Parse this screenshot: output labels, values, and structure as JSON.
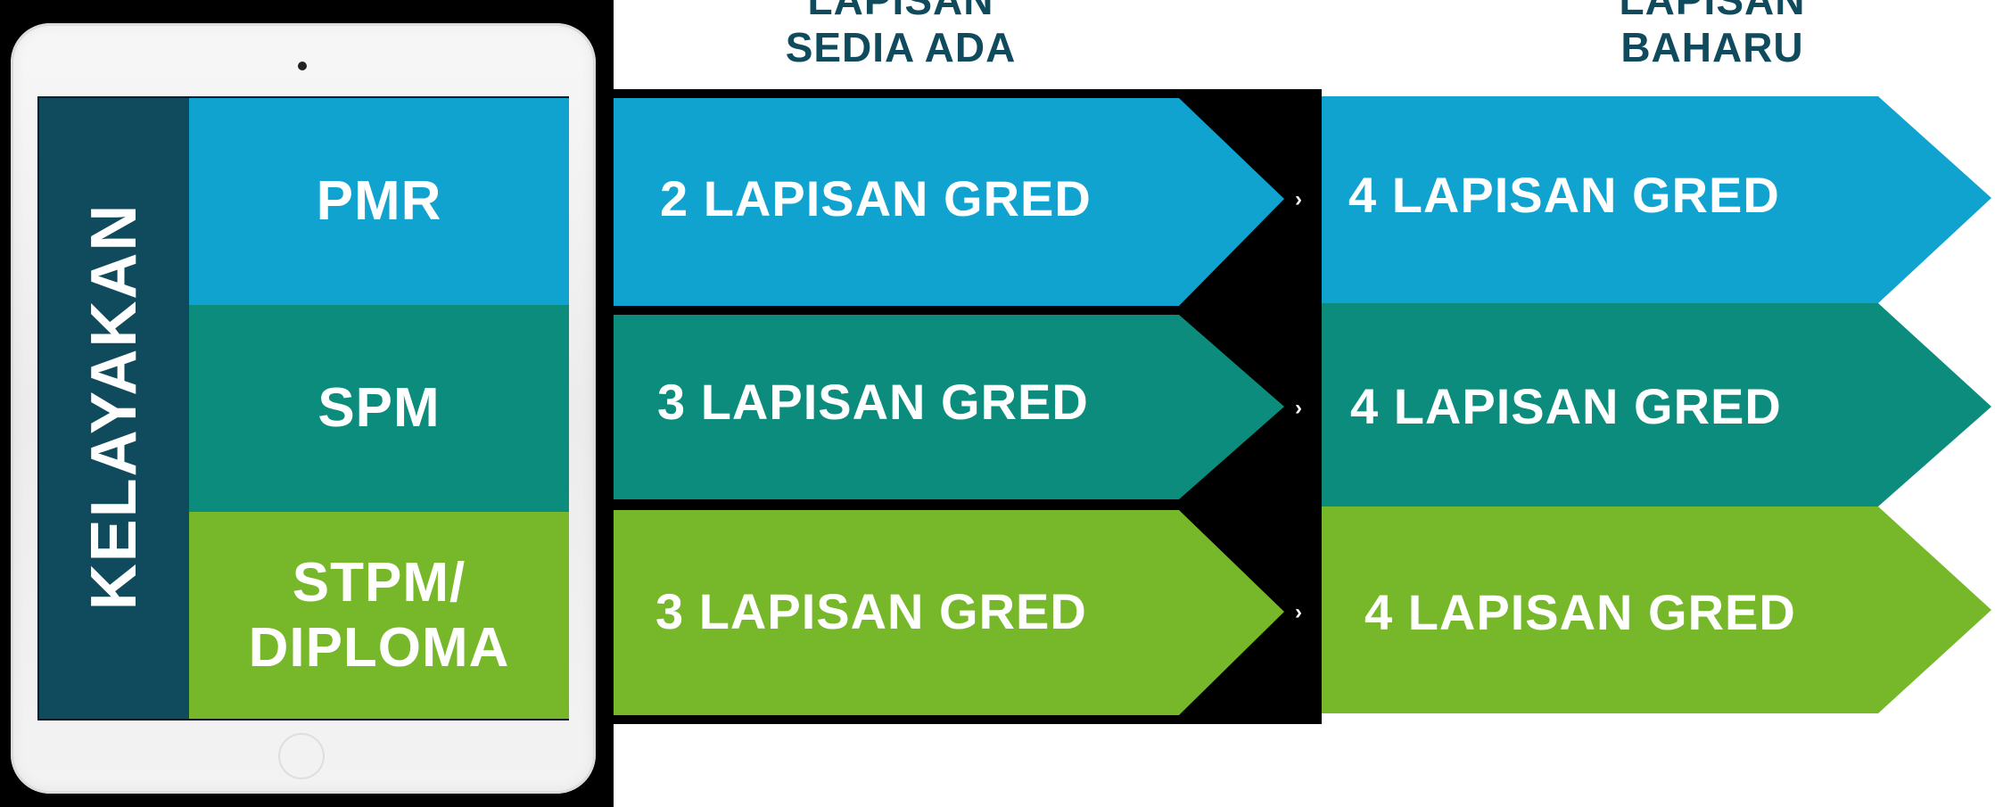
{
  "headers": {
    "existing_line1": "LAPISAN",
    "existing_line2": "SEDIA ADA",
    "new_line1": "LAPISAN",
    "new_line2": "BAHARU"
  },
  "side_label": "KELAYAKAN",
  "rows": [
    {
      "qualification": "PMR",
      "existing": "2 LAPISAN GRED",
      "new": "4 LAPISAN GRED",
      "color": "#11a3cf"
    },
    {
      "qualification": "SPM",
      "existing": "3 LAPISAN GRED",
      "new": "4 LAPISAN GRED",
      "color": "#0c8c7c"
    },
    {
      "qualification_line1": "STPM/",
      "qualification_line2": "DIPLOMA",
      "existing": "3 LAPISAN GRED",
      "new": "4 LAPISAN GRED",
      "color": "#77b82a"
    }
  ],
  "colors": {
    "blue": "#11a3cf",
    "teal": "#0c8c7c",
    "green": "#77b82a",
    "dark_strip": "#0f4b5c"
  }
}
